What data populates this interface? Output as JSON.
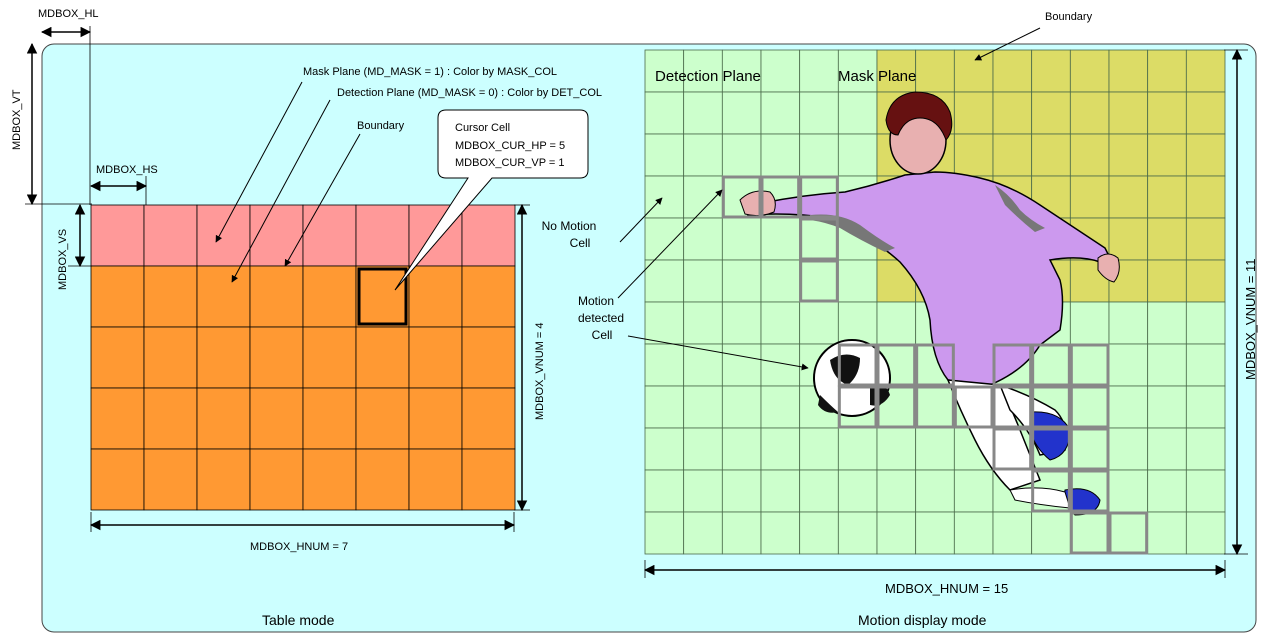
{
  "labels": {
    "hl": "MDBOX_HL",
    "vt": "MDBOX_VT",
    "hs": "MDBOX_HS",
    "vs": "MDBOX_VS",
    "left_vnum": "MDBOX_VNUM = 4",
    "left_hnum": "MDBOX_HNUM = 7",
    "right_vnum": "MDBOX_VNUM = 11",
    "right_hnum": "MDBOX_HNUM = 15",
    "mask_plane_note": "Mask Plane (MD_MASK = 1) : Color by MASK_COL",
    "detection_plane_note": "Detection Plane (MD_MASK = 0) : Color by DET_COL",
    "boundary_left": "Boundary",
    "boundary_right": "Boundary",
    "cursor_line1": "Cursor Cell",
    "cursor_line2": "MDBOX_CUR_HP = 5",
    "cursor_line3": "MDBOX_CUR_VP = 1",
    "detection_plane": "Detection Plane",
    "mask_plane": "Mask Plane",
    "no_motion_line1": "No Motion",
    "no_motion_line2": "Cell",
    "motion_line1": "Motion",
    "motion_line2": "detected",
    "motion_line3": "Cell",
    "table_mode": "Table mode",
    "motion_mode": "Motion display mode"
  },
  "left_grid": {
    "cols": 8,
    "rows": 5,
    "mask_rows": 1,
    "cursor_col": 5,
    "cursor_row": 1
  },
  "right_grid": {
    "cols": 15,
    "rows": 12,
    "mask_from_col": 6,
    "mask_rows": 6
  },
  "motion_cells": [
    [
      2,
      3
    ],
    [
      3,
      3
    ],
    [
      4,
      3
    ],
    [
      4,
      4
    ],
    [
      4,
      5
    ],
    [
      5,
      7
    ],
    [
      6,
      7
    ],
    [
      7,
      7
    ],
    [
      5,
      8
    ],
    [
      6,
      8
    ],
    [
      7,
      8
    ],
    [
      8,
      8
    ],
    [
      9,
      7
    ],
    [
      10,
      7
    ],
    [
      11,
      7
    ],
    [
      9,
      8
    ],
    [
      10,
      8
    ],
    [
      11,
      8
    ],
    [
      9,
      9
    ],
    [
      10,
      9
    ],
    [
      11,
      9
    ],
    [
      10,
      10
    ],
    [
      11,
      10
    ],
    [
      11,
      11
    ],
    [
      12,
      11
    ]
  ],
  "colors": {
    "page_bg": "#ccffff",
    "mask_left": "#ff9999",
    "detect_left": "#ff9933",
    "mask_right": "#dcdc66",
    "detect_right": "#ccffcc",
    "grid_right": "#4a6a4a",
    "motion_cell": "#888888"
  }
}
